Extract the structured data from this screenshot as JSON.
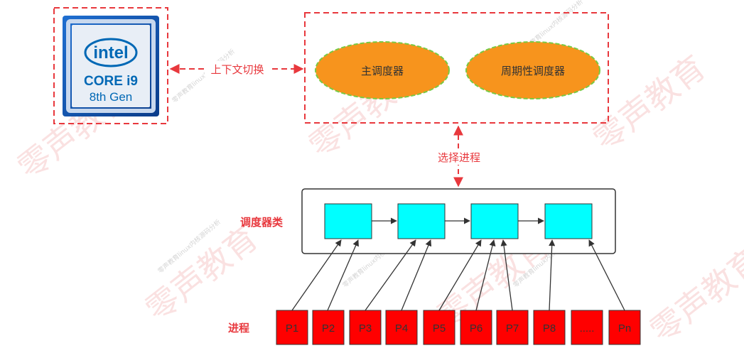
{
  "cpu": {
    "brand": "intel",
    "model": "CORE i9",
    "generation": "8th Gen"
  },
  "context_switch_label": "上下文切换",
  "schedulers": {
    "main": "主调度器",
    "periodic": "周期性调度器"
  },
  "select_label": "选择进程",
  "scheduler_class_label": "调度器类",
  "process_label": "进程",
  "processes": [
    "P1",
    "P2",
    "P3",
    "P4",
    "P5",
    "P6",
    "P7",
    "P8",
    ".....",
    "Pn"
  ],
  "watermark": "零声教育",
  "watermark_small": "零声教育linux内核源码分析",
  "colors": {
    "dashed_red": "#e8383d",
    "ellipse_fill": "#f7941d",
    "ellipse_border": "#7ac943",
    "queue_node": "#00ffff",
    "process_fill": "#ff0000",
    "label_red": "#e8383d"
  }
}
